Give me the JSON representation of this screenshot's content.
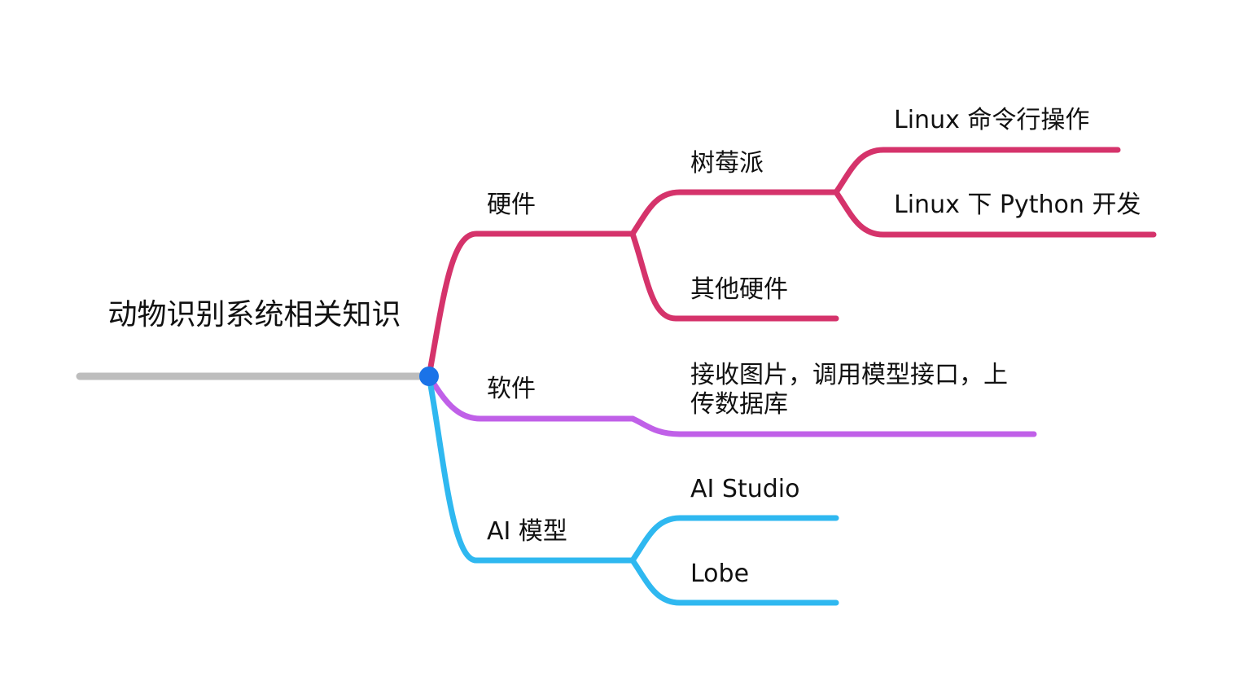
{
  "colors": {
    "root_line": "#bdbdbd",
    "root_dot": "#1a73e8",
    "hardware": "#d5336b",
    "software": "#c060e8",
    "ai_model": "#2fb8f0"
  },
  "root": {
    "title": "动物识别系统相关知识"
  },
  "branches": {
    "hardware": {
      "label": "硬件",
      "children": {
        "raspberry_pi": {
          "label": "树莓派",
          "children": {
            "linux_cli": {
              "label": "Linux 命令行操作"
            },
            "linux_python": {
              "label": "Linux 下 Python 开发"
            }
          }
        },
        "other_hardware": {
          "label": "其他硬件"
        }
      }
    },
    "software": {
      "label": "软件",
      "children": {
        "pipeline": {
          "label": "接收图片，调用模型接口，上传数据库"
        }
      }
    },
    "ai_model": {
      "label": "AI 模型",
      "children": {
        "ai_studio": {
          "label": "AI Studio"
        },
        "lobe": {
          "label": "Lobe"
        }
      }
    }
  }
}
